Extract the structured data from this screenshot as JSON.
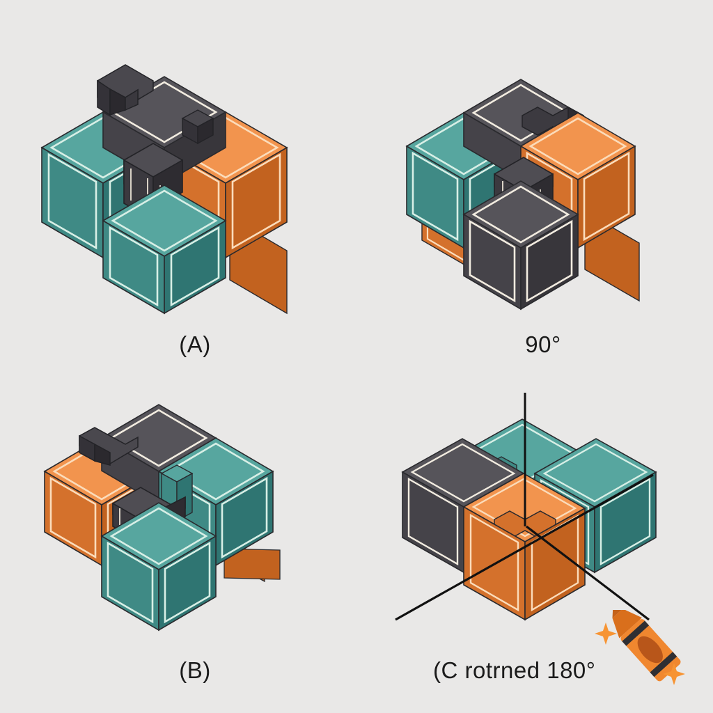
{
  "page": {
    "background_color": "#e9e8e7",
    "title": "Isometric cube rotation comparison"
  },
  "palette": {
    "teal_top": "#57a69f",
    "teal_left": "#3f8a85",
    "teal_right": "#2f7572",
    "orange_top": "#f2944e",
    "orange_left": "#d4712c",
    "orange_right": "#c2621f",
    "gray_top": "#56545a",
    "gray_left": "#454349",
    "gray_right": "#38363b",
    "inset_line_light": "#f2ece0",
    "inset_line_teal": "#d8efe6",
    "inset_line_orange": "#fbdcbb",
    "outline": "#2a2a2e",
    "axis_line": "#111111",
    "crayon_body": "#f0872f",
    "crayon_band": "#2f2f33",
    "crayon_label": "#b8561a",
    "sparkle": "#f79433",
    "text": "#1b1b1b"
  },
  "figures": [
    {
      "id": "figure-a",
      "caption": "(A)",
      "position": "top-left",
      "description": "Isometric assembly of four cubes with notched dark-gray connector blocks",
      "cubes": [
        {
          "name": "left-cube",
          "color": "teal"
        },
        {
          "name": "top-cube",
          "color": "gray"
        },
        {
          "name": "right-cube",
          "color": "orange"
        },
        {
          "name": "front-cube",
          "color": "teal"
        },
        {
          "name": "hidden-lower-left-cube",
          "color": "orange"
        }
      ]
    },
    {
      "id": "figure-90",
      "caption": "90°",
      "position": "top-right",
      "description": "Same assembly rotated 90 degrees",
      "cubes": [
        {
          "name": "left-cube",
          "color": "teal"
        },
        {
          "name": "top-cube",
          "color": "gray"
        },
        {
          "name": "right-cube",
          "color": "orange"
        },
        {
          "name": "front-cube",
          "color": "gray"
        },
        {
          "name": "hidden-lower-left-cube",
          "color": "orange"
        }
      ]
    },
    {
      "id": "figure-b",
      "caption": "(B)",
      "position": "bottom-left",
      "description": "Assembly with orange cube on the left and teal cubes on right and front",
      "cubes": [
        {
          "name": "left-cube",
          "color": "orange"
        },
        {
          "name": "top-cube",
          "color": "gray"
        },
        {
          "name": "right-cube",
          "color": "teal"
        },
        {
          "name": "front-cube",
          "color": "teal"
        }
      ]
    },
    {
      "id": "figure-c",
      "caption": "(C rotrned 180°",
      "position": "bottom-right",
      "description": "Flattened assembly with crossing axis lines through the centre",
      "cubes": [
        {
          "name": "left-slab",
          "color": "gray"
        },
        {
          "name": "back-slab",
          "color": "teal"
        },
        {
          "name": "right-slab",
          "color": "teal"
        },
        {
          "name": "front-cube",
          "color": "orange"
        }
      ],
      "axes": [
        {
          "name": "vertical-axis",
          "orientation": "vertical"
        },
        {
          "name": "diagonal-axis-1",
          "orientation": "diagonal-up-right"
        },
        {
          "name": "diagonal-axis-2",
          "orientation": "diagonal-down-right"
        }
      ]
    }
  ],
  "decoration": {
    "crayon": {
      "name": "crayon-icon",
      "color": "#f0872f",
      "sparkle_count": 2
    }
  }
}
